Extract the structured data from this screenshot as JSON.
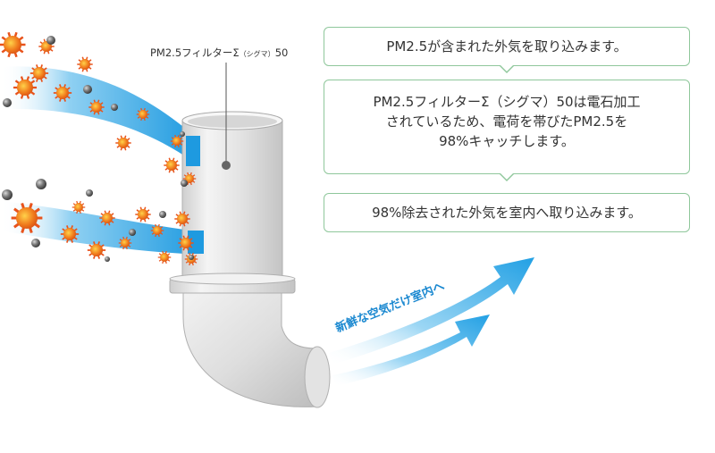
{
  "filter_label": {
    "name": "PM2.5フィルターΣ",
    "reading": "（シグマ）",
    "model": "50"
  },
  "steps": [
    {
      "lines": [
        "PM2.5が含まれた外気を取り込みます。"
      ]
    },
    {
      "lines": [
        "PM2.5フィルターΣ（シグマ）50は電石加工",
        "されているため、電荷を帯びたPM2.5を",
        "98%キャッチします。"
      ]
    },
    {
      "lines": [
        "98%除去された外気を室内へ取り込みます。"
      ]
    }
  ],
  "fresh_air_label": "新鮮な空気だけ室内へ",
  "colors": {
    "air_stream": "#2aa4e6",
    "pm25_particle": "#e8531c",
    "dust_particle": "#6b6b6b",
    "box_border": "#8fc79b",
    "pipe": "#e6e6e6",
    "arrow_text": "#1a88d0"
  }
}
